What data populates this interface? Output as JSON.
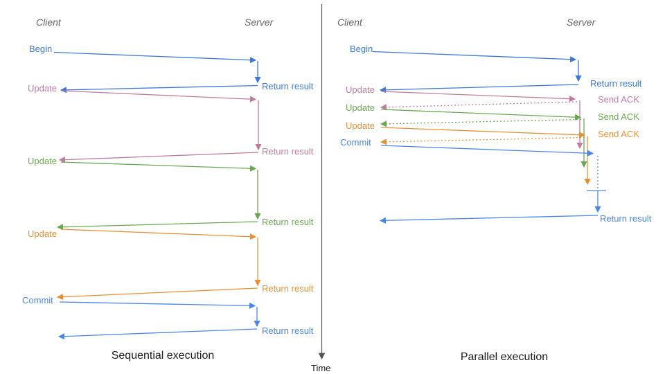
{
  "colors": {
    "blue": "#3c78d8",
    "blue2": "#4a86e8",
    "pink": "#c27ba0",
    "green": "#6aa84f",
    "orange": "#e69138",
    "axis": "#555555",
    "header": "#666666",
    "title": "#1a1a1a"
  },
  "time_axis": {
    "label": "Time"
  },
  "sequential": {
    "title": "Sequential execution",
    "client_header": "Client",
    "server_header": "Server",
    "messages": [
      {
        "label": "Begin",
        "response": "Return result",
        "color": "blue"
      },
      {
        "label": "Update",
        "response": "Return result",
        "color": "pink"
      },
      {
        "label": "Update",
        "response": "Return result",
        "color": "green"
      },
      {
        "label": "Update",
        "response": "Return result",
        "color": "orange"
      },
      {
        "label": "Commit",
        "response": "Return result",
        "color": "blue2"
      }
    ]
  },
  "parallel": {
    "title": "Parallel execution",
    "client_header": "Client",
    "server_header": "Server",
    "messages": [
      {
        "label": "Begin",
        "response": "Return result",
        "color": "blue"
      },
      {
        "label": "Update",
        "response": "Send ACK",
        "color": "pink"
      },
      {
        "label": "Update",
        "response": "Send ACK",
        "color": "green"
      },
      {
        "label": "Update",
        "response": "Send ACK",
        "color": "orange"
      },
      {
        "label": "Commit",
        "response": "Return result",
        "color": "blue2"
      }
    ]
  }
}
